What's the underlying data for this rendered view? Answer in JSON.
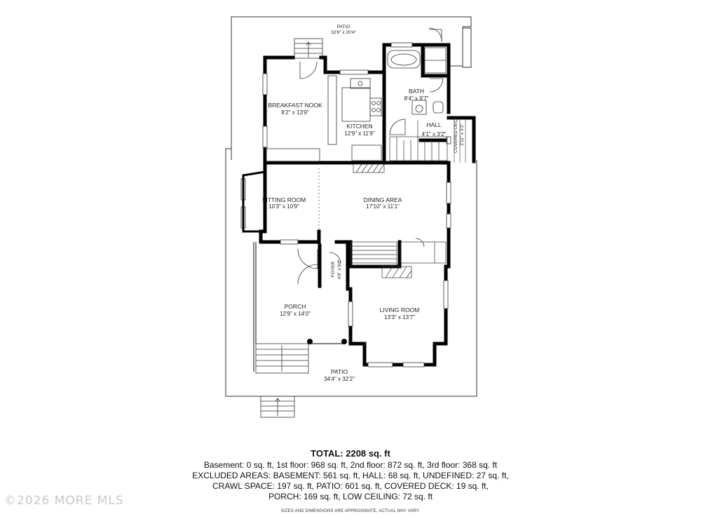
{
  "rooms": {
    "patio_top": {
      "name": "PATIO",
      "dim": "32'8\" x 20'4\""
    },
    "breakfast": {
      "name": "BREAKFAST NOOK",
      "dim": "8'2\" x 13'9\""
    },
    "kitchen": {
      "name": "KITCHEN",
      "dim": "12'9\" x 11'9\""
    },
    "bath": {
      "name": "BATH",
      "dim": "8'4\" x 9'7\""
    },
    "hall": {
      "name": "HALL",
      "dim": "4'1\" x 3'2\""
    },
    "covered_deck": {
      "name": "COVERED DECK",
      "dim": "2'11\" x 3'2\""
    },
    "sitting": {
      "name": "SITTING ROOM",
      "dim": "10'3\" x 10'9\""
    },
    "dining": {
      "name": "DINING AREA",
      "dim": "17'10\" x 11'1\""
    },
    "foyer": {
      "name": "FOYER",
      "dim": "4'6\" x 6'8\""
    },
    "porch": {
      "name": "PORCH",
      "dim": "12'9\" x 14'0\""
    },
    "living": {
      "name": "LIVING ROOM",
      "dim": "13'3\" x 13'7\""
    },
    "patio_bottom": {
      "name": "PATIO",
      "dim": "34'4\" x 32'2\""
    }
  },
  "summary": {
    "total": "TOTAL: 2208 sq. ft",
    "line1": "Basement: 0 sq. ft, 1st floor: 968 sq. ft, 2nd floor: 872 sq. ft, 3rd floor: 368 sq. ft",
    "line2": "EXCLUDED AREAS: BASEMENT: 561 sq. ft, HALL: 68 sq. ft, UNDEFINED: 27 sq. ft,",
    "line3": "CRAWL SPACE: 197 sq. ft, PATIO: 601 sq. ft, COVERED DECK: 19 sq. ft,",
    "line4": "PORCH: 169 sq. ft, LOW CEILING: 72 sq. ft"
  },
  "disclaimer": "SIZES AND DIMENSIONS ARE APPROXIMATE, ACTUAL MAY VARY.",
  "watermark": "©2026 MORE MLS",
  "colors": {
    "wall": "#000000",
    "outline": "#333333",
    "background": "#ffffff"
  }
}
